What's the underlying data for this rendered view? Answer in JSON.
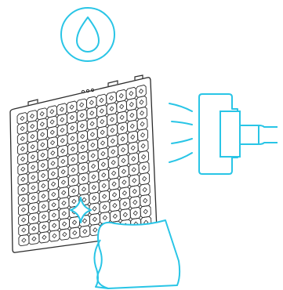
{
  "illustration": {
    "accent_color": "#29c5e6",
    "line_color": "#2b2b2b",
    "background_color": "#ffffff",
    "grid_columns": 13,
    "grid_rows": 13,
    "icons": [
      "water-drop-icon",
      "air-filter-panel",
      "sparkle-icon",
      "cleaning-cloth-icon",
      "vacuum-nozzle-icon",
      "airflow-lines-icon"
    ]
  }
}
